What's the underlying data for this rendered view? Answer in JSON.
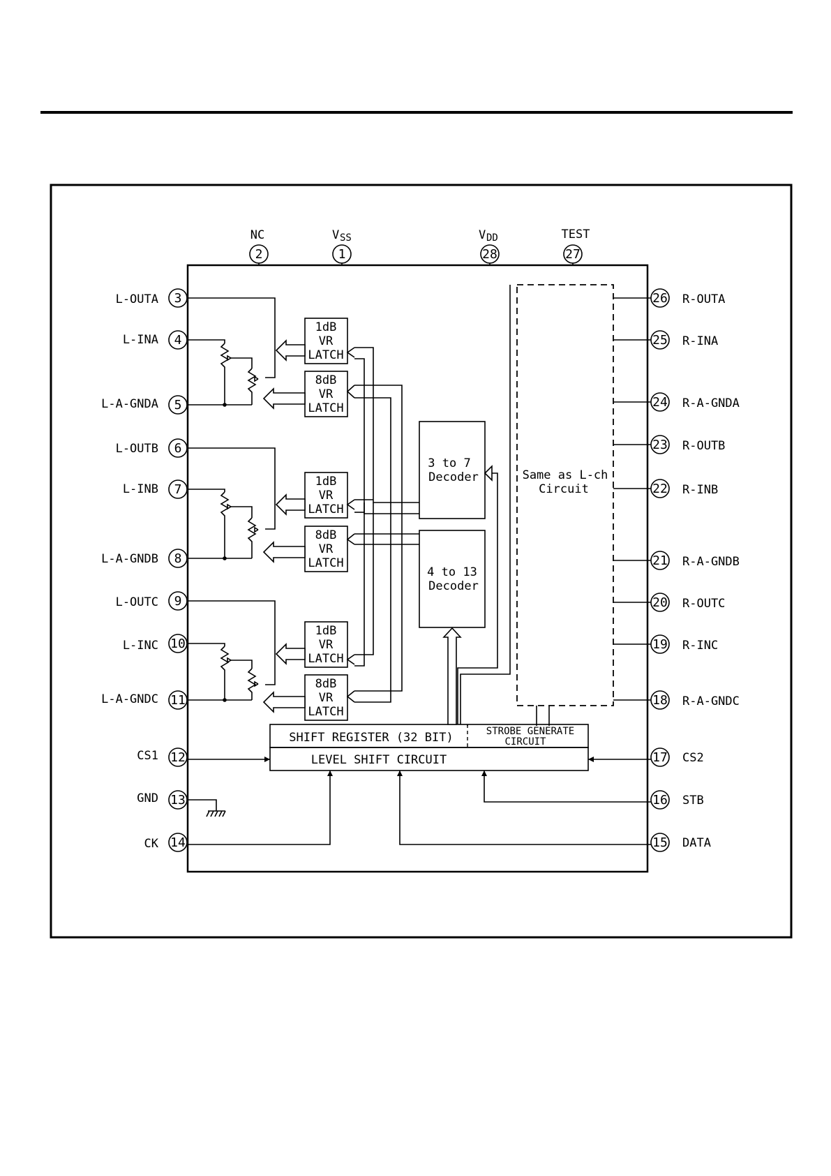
{
  "top_pins": [
    {
      "num": "2",
      "label": "NC"
    },
    {
      "num": "1",
      "label": "VSS",
      "main": "V",
      "sub": "SS"
    },
    {
      "num": "28",
      "label": "VDD",
      "main": "V",
      "sub": "DD"
    },
    {
      "num": "27",
      "label": "TEST"
    }
  ],
  "left_pins": [
    {
      "num": "3",
      "label": "L-OUTA"
    },
    {
      "num": "4",
      "label": "L-INA"
    },
    {
      "num": "5",
      "label": "L-A-GNDA"
    },
    {
      "num": "6",
      "label": "L-OUTB"
    },
    {
      "num": "7",
      "label": "L-INB"
    },
    {
      "num": "8",
      "label": "L-A-GNDB"
    },
    {
      "num": "9",
      "label": "L-OUTC"
    },
    {
      "num": "10",
      "label": "L-INC"
    },
    {
      "num": "11",
      "label": "L-A-GNDC"
    },
    {
      "num": "12",
      "label": "CS1"
    },
    {
      "num": "13",
      "label": "GND"
    },
    {
      "num": "14",
      "label": "CK"
    }
  ],
  "right_pins": [
    {
      "num": "26",
      "label": "R-OUTA"
    },
    {
      "num": "25",
      "label": "R-INA"
    },
    {
      "num": "24",
      "label": "R-A-GNDA"
    },
    {
      "num": "23",
      "label": "R-OUTB"
    },
    {
      "num": "22",
      "label": "R-INB"
    },
    {
      "num": "21",
      "label": "R-A-GNDB"
    },
    {
      "num": "20",
      "label": "R-OUTC"
    },
    {
      "num": "19",
      "label": "R-INC"
    },
    {
      "num": "18",
      "label": "R-A-GNDC"
    },
    {
      "num": "17",
      "label": "CS2"
    },
    {
      "num": "16",
      "label": "STB"
    },
    {
      "num": "15",
      "label": "DATA"
    }
  ],
  "latches": {
    "db1": [
      "1dB",
      "VR",
      "LATCH"
    ],
    "db8": [
      "8dB",
      "VR",
      "LATCH"
    ]
  },
  "decoders": {
    "d37": [
      "3 to 7",
      "Decoder"
    ],
    "d413": [
      "4 to 13",
      "Decoder"
    ]
  },
  "rch": [
    "Same as L-ch",
    "Circuit"
  ],
  "shift_register": "SHIFT REGISTER (32 BIT)",
  "strobe": [
    "STROBE GENERATE",
    "CIRCUIT"
  ],
  "level_shift": "LEVEL SHIFT CIRCUIT"
}
